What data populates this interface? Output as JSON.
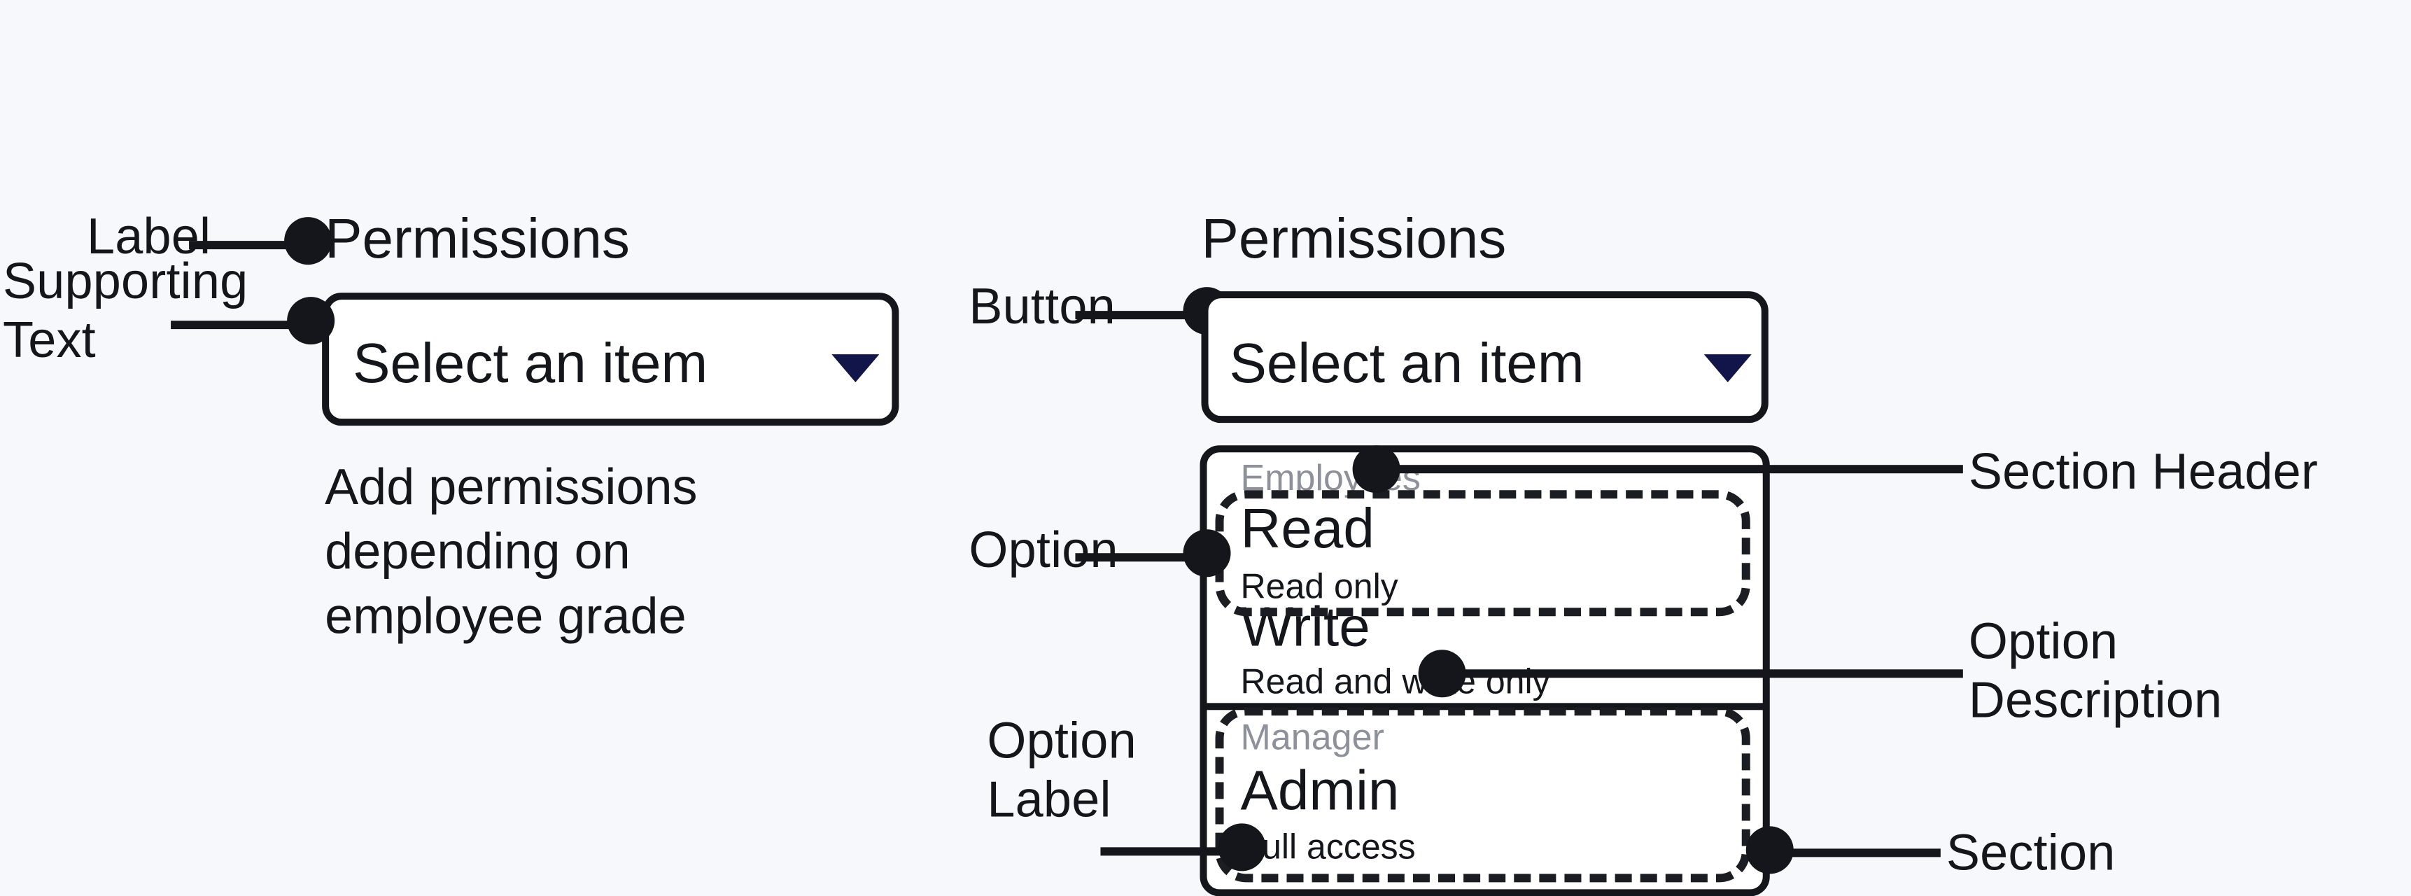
{
  "page": {
    "background_color": "#f7f8fb",
    "ink_color": "#14161b",
    "muted_color": "#8e9199",
    "accent_color": "#12154a"
  },
  "left_specimen": {
    "field_label": "Permissions",
    "select": {
      "value": "Select an item",
      "caret_icon": "chevron-down-icon"
    },
    "supporting_text": "Add permissions depending on\nemployee grade"
  },
  "left_annotations": [
    {
      "id": "label",
      "text": "Label"
    },
    {
      "id": "supporting-text",
      "text": "Supporting\nText"
    }
  ],
  "right_specimen": {
    "field_label": "Permissions",
    "select": {
      "value": "Select an item",
      "caret_icon": "chevron-down-icon"
    },
    "listbox": {
      "sections": [
        {
          "header": "Employees",
          "options": [
            {
              "label": "Read",
              "description": "Read only"
            },
            {
              "label": "Write",
              "description": "Read and write only"
            }
          ]
        },
        {
          "header": "Manager",
          "options": [
            {
              "label": "Admin",
              "description": "Full access"
            }
          ]
        }
      ]
    }
  },
  "right_annotations": {
    "left": [
      {
        "id": "button",
        "text": "Button"
      },
      {
        "id": "option",
        "text": "Option"
      },
      {
        "id": "option-label",
        "text": "Option\nLabel"
      }
    ],
    "right": [
      {
        "id": "section-header",
        "text": "Section Header"
      },
      {
        "id": "option-description",
        "text": "Option\nDescription"
      },
      {
        "id": "section",
        "text": "Section"
      }
    ]
  }
}
